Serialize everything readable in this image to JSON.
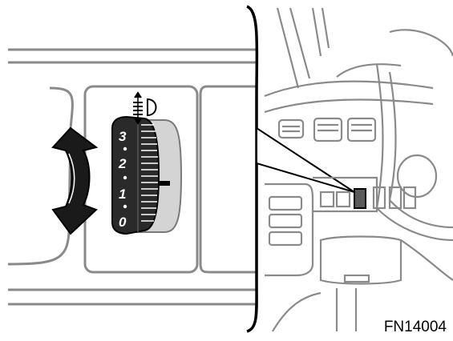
{
  "figure": {
    "id": "FN14004",
    "dial_numbers": [
      "3",
      "2",
      "1",
      "0"
    ],
    "icons": {
      "headlight_level": "headlight-leveling-icon",
      "rotate_arrow": "up-down-rotate-arrow-icon"
    }
  }
}
